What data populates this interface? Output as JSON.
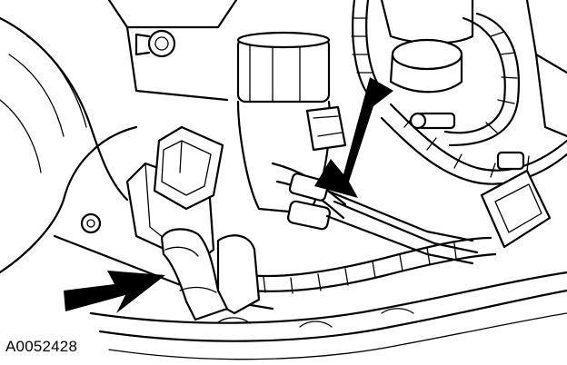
{
  "figure": {
    "id_label": "A0052428"
  },
  "callouts": [
    {
      "name": "upper-arrow",
      "direction": "down-left"
    },
    {
      "name": "lower-arrow",
      "direction": "right"
    }
  ],
  "colors": {
    "line": "#000000",
    "background": "#ffffff"
  }
}
